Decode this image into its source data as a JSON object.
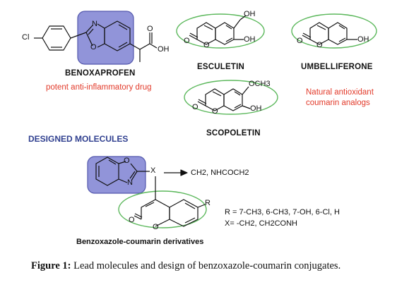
{
  "compounds": {
    "benoxaprofen": {
      "name": "BENOXAPROFEN",
      "note": "potent anti-inflammatory drug",
      "cl": "Cl",
      "oh": "OH",
      "n": "N",
      "o": "O"
    },
    "esculetin": {
      "name": "ESCULETIN",
      "oh_top": "OH",
      "oh_bottom": "OH",
      "o": "O"
    },
    "umbelliferone": {
      "name": "UMBELLIFERONE",
      "oh": "OH",
      "o": "O"
    },
    "scopoletin": {
      "name": "SCOPOLETIN",
      "och3": "OCH3",
      "oh": "OH",
      "o": "O"
    }
  },
  "coumarin_note": [
    "Natural antioxidant",
    "coumarin analogs"
  ],
  "designed": {
    "heading": "DESIGNED MOLECULES",
    "x_label": "X",
    "x_options": "CH2, NHCOCH2",
    "r_label": "R",
    "n": "N",
    "o": "O",
    "r_values": "R = 7-CH3, 6-CH3, 7-OH, 6-Cl, H",
    "x_values": "X= -CH2, CH2CONH",
    "series_name": "Benzoxazole-coumarin derivatives"
  },
  "caption": {
    "label": "Figure 1:",
    "text": "Lead molecules and design of benzoxazole-coumarin conjugates."
  },
  "colors": {
    "highlight_fill": "#8c8fd8",
    "highlight_border": "#4a4fa8",
    "ellipse": "#5cb85c",
    "note_red": "#e23a2a",
    "heading_blue": "#2f3f8f"
  }
}
